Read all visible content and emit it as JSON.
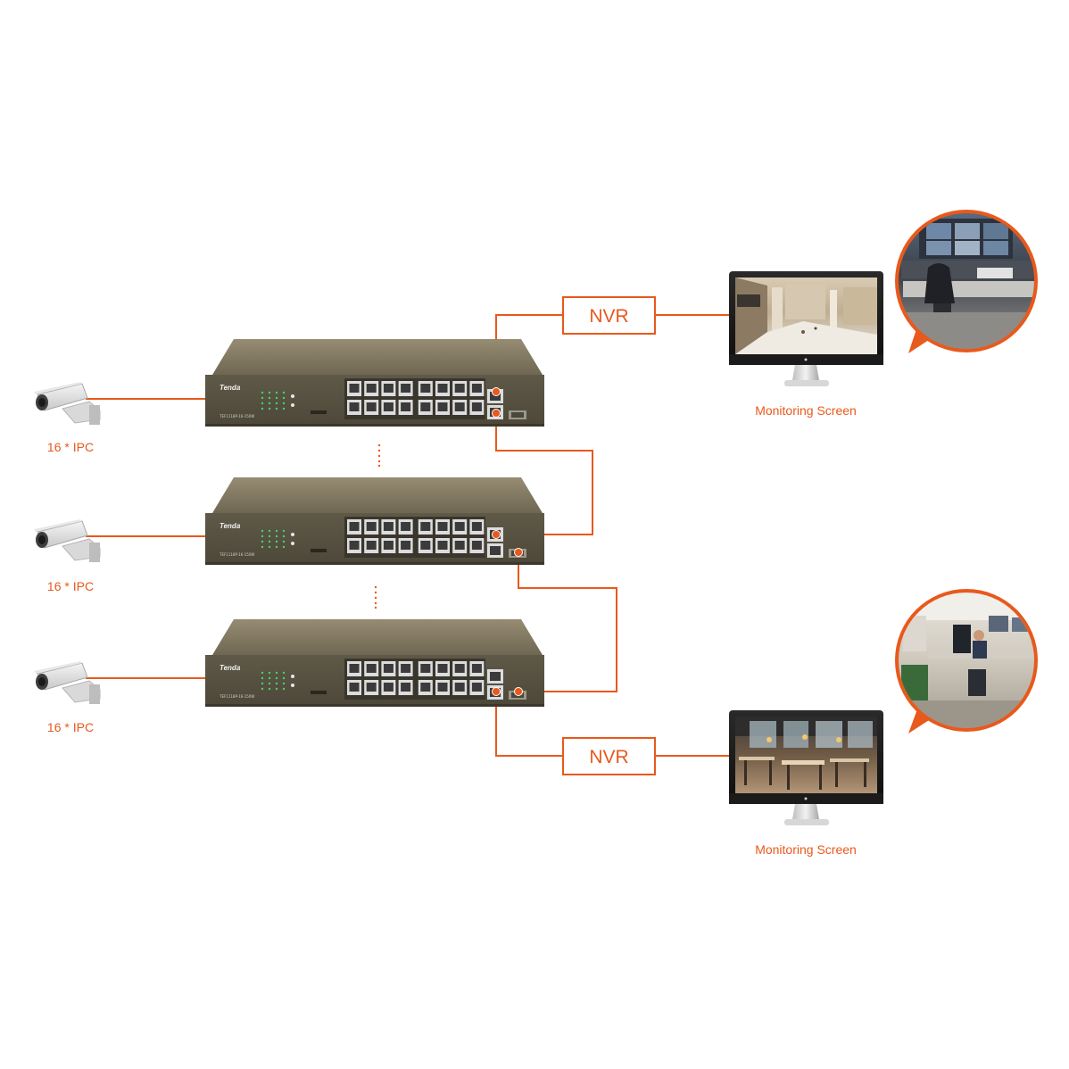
{
  "cameras": [
    {
      "label": "16 * IPC"
    },
    {
      "label": "16 * IPC"
    },
    {
      "label": "16 * IPC"
    }
  ],
  "switches": [
    {
      "brand": "Tenda",
      "model": "TEF1118P-16-150W"
    },
    {
      "brand": "Tenda",
      "model": "TEF1118P-16-150W"
    },
    {
      "brand": "Tenda",
      "model": "TEF1118P-16-150W"
    }
  ],
  "nvr": [
    {
      "label": "NVR"
    },
    {
      "label": "NVR"
    }
  ],
  "monitors": [
    {
      "label": "Monitoring Screen"
    },
    {
      "label": "Monitoring Screen"
    }
  ],
  "colors": {
    "accent": "#e8591c",
    "switch_body": "#6b6450",
    "switch_top": "#8a8069",
    "port_led": "#47d36b"
  },
  "icons": {
    "camera": "cctv-camera-icon",
    "monitor": "monitor-icon",
    "bubble": "speech-bubble-icon"
  }
}
